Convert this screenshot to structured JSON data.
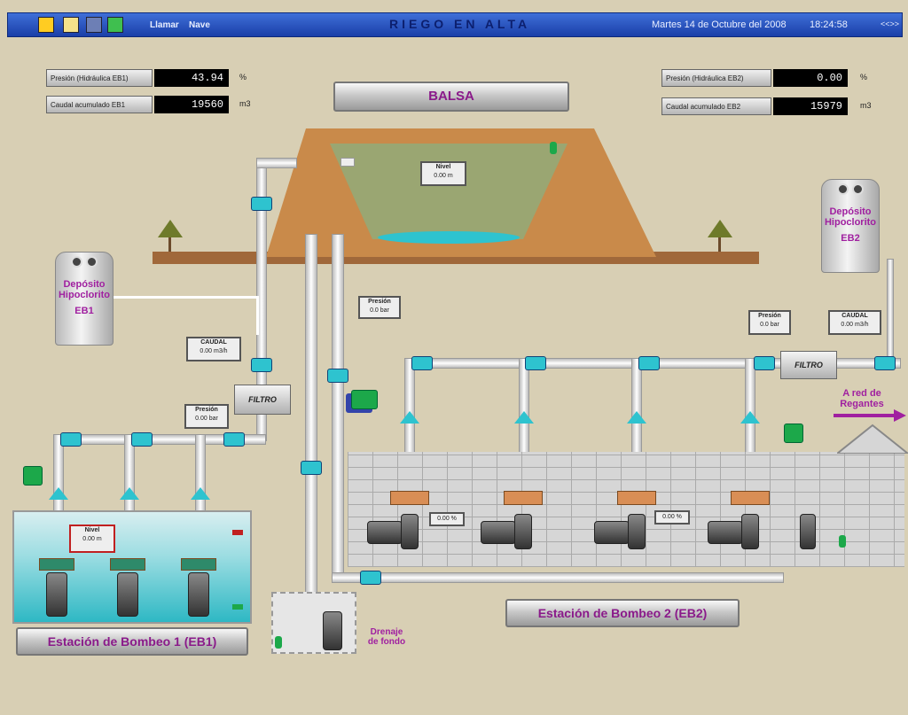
{
  "header": {
    "title": "RIEGO EN ALTA",
    "menu_items": [
      "Llamar",
      "Nave"
    ],
    "date": "Martes 14 de Octubre del 2008",
    "time": "18:24:58",
    "end_label": "<<>>"
  },
  "eb1_readouts": {
    "presion_label": "Presión (Hidráulica EB1)",
    "presion_value": "43.94",
    "presion_unit": "%",
    "caudal_label": "Caudal acumulado EB1",
    "caudal_value": "19560",
    "caudal_unit": "m3"
  },
  "eb2_readouts": {
    "presion_label": "Presión (Hidráulica EB2)",
    "presion_value": "0.00",
    "presion_unit": "%",
    "caudal_label": "Caudal acumulado EB2",
    "caudal_value": "15979",
    "caudal_unit": "m3"
  },
  "balsa": {
    "title": "BALSA",
    "nivel_label": "Nivel",
    "nivel_value": "0.00 m"
  },
  "tanks": {
    "eb1": {
      "line1": "Depósito",
      "line2": "Hipoclorito",
      "line3": "EB1"
    },
    "eb2": {
      "line1": "Depósito",
      "line2": "Hipoclorito",
      "line3": "EB2"
    }
  },
  "tags": {
    "presion_center": {
      "label": "Presión",
      "value": "0.0 bar"
    },
    "caudal_eb1": {
      "label": "CAUDAL",
      "value": "0.00 m3/h"
    },
    "presion_eb1": {
      "label": "Presión",
      "value": "0.00 bar"
    },
    "presion_eb2": {
      "label": "Presión",
      "value": "0.0 bar"
    },
    "caudal_eb2": {
      "label": "CAUDAL",
      "value": "0.00 m3/h"
    },
    "nivel_eb1": {
      "label": "Nivel",
      "value": "0.00 m"
    }
  },
  "filtro_label": "FILTRO",
  "red_regantes": {
    "line1": "A red de",
    "line2": "Regantes"
  },
  "pump_pct": [
    "0.00 %",
    "0.00 %"
  ],
  "drenaje": {
    "line1": "Drenaje",
    "line2": "de fondo"
  },
  "stations": {
    "eb1": "Estación de Bombeo 1 (EB1)",
    "eb2": "Estación de Bombeo 2 (EB2)"
  },
  "colors": {
    "accent": "#8a1a8a",
    "water": "#2ec3cf",
    "earth": "#c98a4a"
  }
}
